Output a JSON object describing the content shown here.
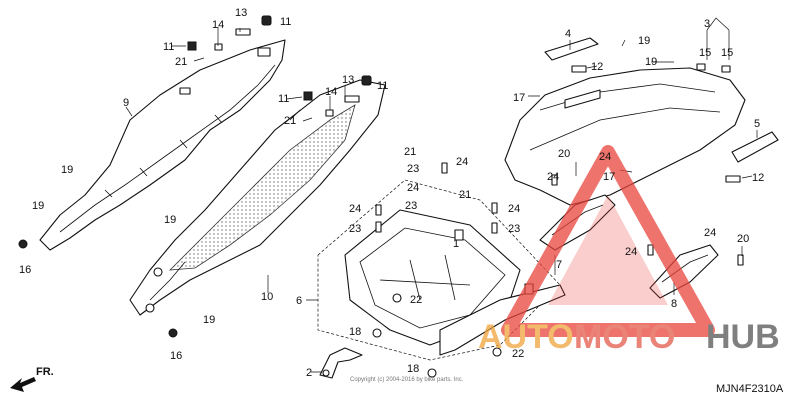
{
  "diagram_code": "MJN4F2310A",
  "front_arrow_label": "FR.",
  "copyright_line": "Copyright (c) 2004-2016 by bike parts. Inc.",
  "watermark": {
    "auto": "AUTO",
    "moto": "MOTO",
    "hub": "HUB",
    "colors": {
      "auto": "#f0a43a",
      "moto": "#e45a4c",
      "hub": "#555555",
      "triangle": "#e8453c"
    }
  },
  "callouts": [
    {
      "id": "c1",
      "text": "1"
    },
    {
      "id": "c2",
      "text": "2"
    },
    {
      "id": "c3",
      "text": "3"
    },
    {
      "id": "c4",
      "text": "4"
    },
    {
      "id": "c5",
      "text": "5"
    },
    {
      "id": "c6",
      "text": "6"
    },
    {
      "id": "c7",
      "text": "7"
    },
    {
      "id": "c8",
      "text": "8"
    },
    {
      "id": "c9",
      "text": "9"
    },
    {
      "id": "c10",
      "text": "10"
    },
    {
      "id": "c11a",
      "text": "11"
    },
    {
      "id": "c11b",
      "text": "11"
    },
    {
      "id": "c11c",
      "text": "11"
    },
    {
      "id": "c11d",
      "text": "11"
    },
    {
      "id": "c12a",
      "text": "12"
    },
    {
      "id": "c12b",
      "text": "12"
    },
    {
      "id": "c13a",
      "text": "13"
    },
    {
      "id": "c13b",
      "text": "13"
    },
    {
      "id": "c14a",
      "text": "14"
    },
    {
      "id": "c14b",
      "text": "14"
    },
    {
      "id": "c15a",
      "text": "15"
    },
    {
      "id": "c15b",
      "text": "15"
    },
    {
      "id": "c16a",
      "text": "16"
    },
    {
      "id": "c16b",
      "text": "16"
    },
    {
      "id": "c17a",
      "text": "17"
    },
    {
      "id": "c17b",
      "text": "17"
    },
    {
      "id": "c18a",
      "text": "18"
    },
    {
      "id": "c18b",
      "text": "18"
    },
    {
      "id": "c19a",
      "text": "19"
    },
    {
      "id": "c19b",
      "text": "19"
    },
    {
      "id": "c19c",
      "text": "19"
    },
    {
      "id": "c19d",
      "text": "19"
    },
    {
      "id": "c19e",
      "text": "19"
    },
    {
      "id": "c19f",
      "text": "19"
    },
    {
      "id": "c20a",
      "text": "20"
    },
    {
      "id": "c20b",
      "text": "20"
    },
    {
      "id": "c21a",
      "text": "21"
    },
    {
      "id": "c21b",
      "text": "21"
    },
    {
      "id": "c21c",
      "text": "21"
    },
    {
      "id": "c21d",
      "text": "21"
    },
    {
      "id": "c22a",
      "text": "22"
    },
    {
      "id": "c22b",
      "text": "22"
    },
    {
      "id": "c23a",
      "text": "23"
    },
    {
      "id": "c23b",
      "text": "23"
    },
    {
      "id": "c23c",
      "text": "23"
    },
    {
      "id": "c23d",
      "text": "23"
    },
    {
      "id": "c24a",
      "text": "24"
    },
    {
      "id": "c24b",
      "text": "24"
    },
    {
      "id": "c24c",
      "text": "24"
    },
    {
      "id": "c24d",
      "text": "24"
    },
    {
      "id": "c24e",
      "text": "24"
    },
    {
      "id": "c24f",
      "text": "24"
    },
    {
      "id": "c24g",
      "text": "24"
    },
    {
      "id": "c24h",
      "text": "24"
    }
  ]
}
